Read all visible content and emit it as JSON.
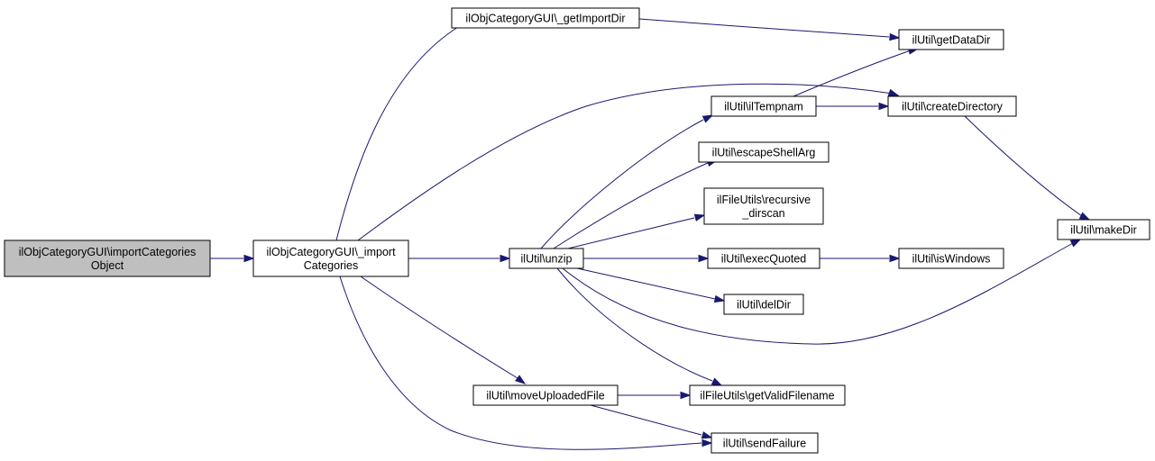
{
  "colors": {
    "edge": "#191970",
    "node_fill": "#ffffff",
    "root_fill": "#bfbfbf",
    "border": "#000000"
  },
  "nodes": {
    "root": [
      "ilObjCategoryGUI\\importCategories",
      "Object"
    ],
    "import_categories": [
      "ilObjCategoryGUI\\_import",
      "Categories"
    ],
    "get_import_dir": [
      "ilObjCategoryGUI\\_getImportDir"
    ],
    "get_data_dir": [
      "ilUtil\\getDataDir"
    ],
    "il_tempnam": [
      "ilUtil\\ilTempnam"
    ],
    "create_directory": [
      "ilUtil\\createDirectory"
    ],
    "escape_shell_arg": [
      "ilUtil\\escapeShellArg"
    ],
    "recursive_dirscan": [
      "ilFileUtils\\recursive",
      "_dirscan"
    ],
    "unzip": [
      "ilUtil\\unzip"
    ],
    "exec_quoted": [
      "ilUtil\\execQuoted"
    ],
    "is_windows": [
      "ilUtil\\isWindows"
    ],
    "del_dir": [
      "ilUtil\\delDir"
    ],
    "make_dir": [
      "ilUtil\\makeDir"
    ],
    "move_uploaded_file": [
      "ilUtil\\moveUploadedFile"
    ],
    "get_valid_filename": [
      "ilFileUtils\\getValidFilename"
    ],
    "send_failure": [
      "ilUtil\\sendFailure"
    ]
  }
}
